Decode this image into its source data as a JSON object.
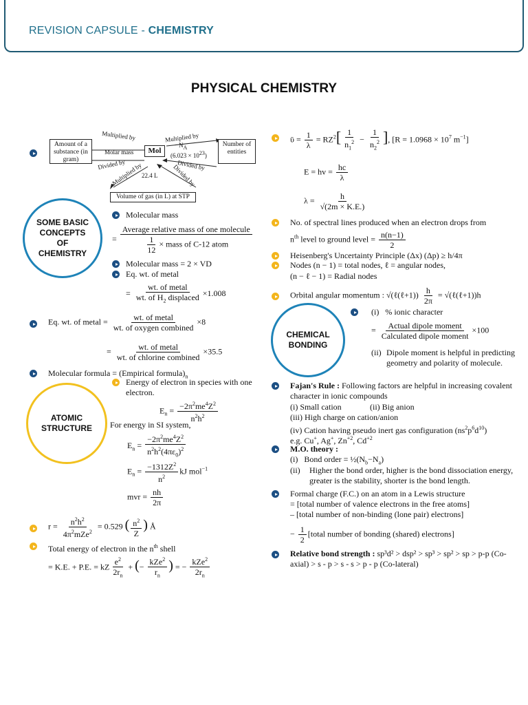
{
  "header": {
    "prefix": "REVISION CAPSULE - ",
    "subject": "CHEMISTRY"
  },
  "page_title": "PHYSICAL CHEMISTRY",
  "sections": {
    "basic": "SOME BASIC CONCEPTS OF CHEMISTRY",
    "atomic": "ATOMIC STRUCTURE",
    "bonding": "CHEMICAL BONDING"
  },
  "diagram": {
    "amount_box": "Amount of a substance (in gram)",
    "mol_box": "Mol",
    "number_box": "Number of entities",
    "gas_box": "Volume of gas (in L) at STP",
    "multiplied_by": "Multiplied by",
    "divided_by": "Divided by",
    "molar_mass": "Molar mass",
    "na": "N",
    "na_value": "(6.023 × 10",
    "volume": "22.4 L"
  },
  "left": {
    "molecular_mass": "Molecular mass",
    "avg_mass": "Average relative mass of one molecule",
    "c12": "× mass of C-12 atom",
    "mol_mass_vd": "Molecular mass = 2 × VD",
    "eq_wt": "Eq. wt. of metal",
    "wt_metal": "wt. of metal",
    "h2_displaced": "wt. of H",
    "h2_suffix": " displaced",
    "factor_h": "×1.008",
    "eq_wt_metal": "Eq. wt. of metal =",
    "oxygen_combined": "wt. of oxygen combined",
    "factor_o": "×8",
    "chlorine_combined": "wt. of chlorine combined",
    "factor_cl": "×35.5",
    "molecular_formula": "Molecular formula = (Empirical formula)",
    "energy_electron": "Energy of electron in species with one electron.",
    "si_system": "For energy in SI system,",
    "kj_value": "−1312Z",
    "kj_unit": "kJ mol",
    "radius_value": "= 0.529",
    "radius_unit": "Å",
    "total_energy": "Total energy of electron in the n",
    "total_energy_suffix": " shell",
    "ke_pe": "= K.E. + P.E. = kZ"
  },
  "right": {
    "rydberg": "[R = 1.0968 × 10",
    "rydberg_unit": " m",
    "spectral": "No. of spectral lines produced when an electron drops from",
    "ground": "level to ground level =",
    "heisenberg": "Heisenberg's Uncertainty Principle (Δx) (Δp) ≥ h/4π",
    "nodes_total": "Nodes (n − 1) = total nodes, ℓ = angular nodes,",
    "nodes_radial": "(n − ℓ − 1) = Radial nodes",
    "orbital": "Orbital angular momentum :",
    "ionic_char": "% ionic character",
    "actual_dipole": "Actual dipole moment",
    "calc_dipole": "Calculated dipole moment",
    "factor_100": "×100",
    "dipole_help": "Dipole moment is helpful in predicting geometry and polarity of molecule.",
    "fajan_title": "Fajan's Rule :",
    "fajan_text": "Following factors are helpful in increasing covalent character in ionic compounds",
    "small_cation": "(i) Small cation",
    "big_anion": "(ii) Big anion",
    "high_charge": "(iii) High charge on cation/anion",
    "pseudo": "(iv) Cation having pseudo inert gas configuration (ns",
    "eg": "e.g. Cu",
    "mo_title": "M.O. theory :",
    "bond_order": "Bond order = ½(N",
    "higher_order": "Higher the bond order, higher is the bond dissociation energy, greater is the stability, shorter is the bond length.",
    "formal_charge": "Formal charge (F.C.) on an atom in a Lewis structure",
    "valence": "= [total number of valence electrons in the free atoms]",
    "nonbinding": "– [total number of non-binding (lone pair) electrons]",
    "bonding_e": "[total number of bonding (shared) electrons]",
    "relative_title": "Relative bond strength :",
    "relative_text": "sp³d² > dsp² > sp³ > sp² > sp > p-p (Co-axial) > s - p > s - s > p - p (Co-lateral)"
  }
}
